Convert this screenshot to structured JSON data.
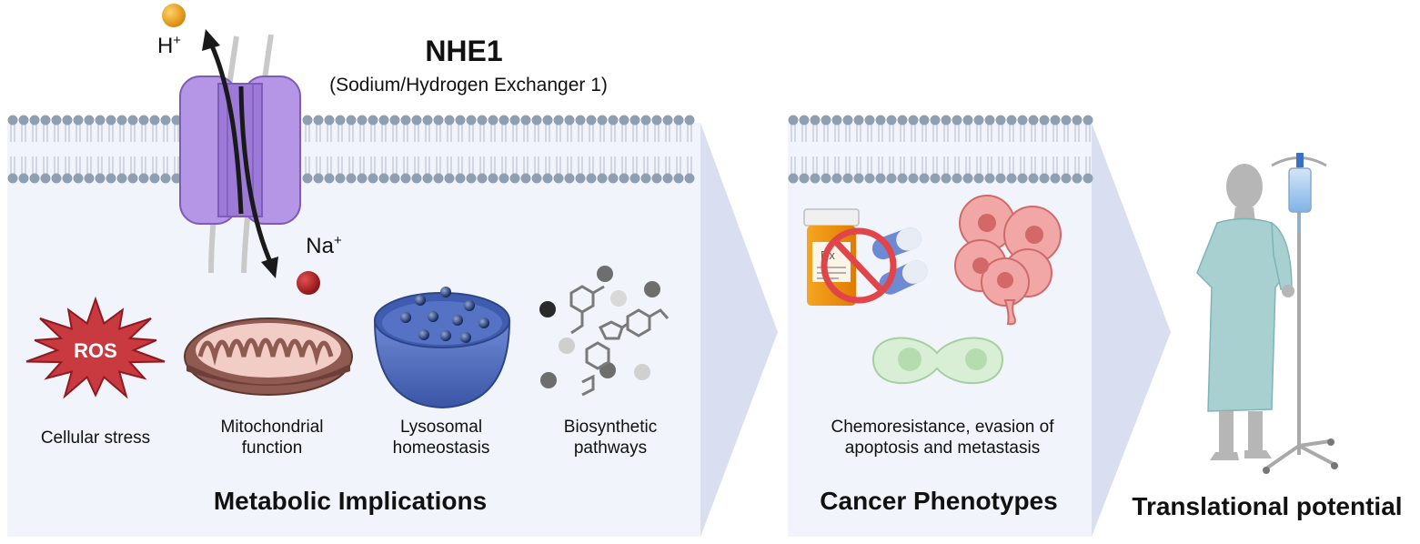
{
  "header": {
    "title": "NHE1",
    "subtitle": "(Sodium/Hydrogen Exchanger 1)",
    "ion_out": "H",
    "ion_out_charge": "+",
    "ion_in": "Na",
    "ion_in_charge": "+"
  },
  "metabolic": {
    "title": "Metabolic Implications",
    "ros_label": "ROS",
    "items": [
      {
        "line1": "Cellular stress",
        "line2": ""
      },
      {
        "line1": "Mitochondrial",
        "line2": "function"
      },
      {
        "line1": "Lysosomal",
        "line2": "homeostasis"
      },
      {
        "line1": "Biosynthetic",
        "line2": "pathways"
      }
    ]
  },
  "cancer": {
    "title": "Cancer Phenotypes",
    "caption_line1": "Chemoresistance, evasion of",
    "caption_line2": "apoptosis and metastasis",
    "rx_label": "Rx"
  },
  "translational": {
    "title": "Translational potential"
  },
  "colors": {
    "panel_bg": "#f1f4fa",
    "chevron": "#d9dff0",
    "membrane_head": "#8f9fb2",
    "transporter": "#b596e6",
    "ros": "#c83a3f",
    "mitochondrion": "#8e5a52",
    "lysosome": "#5e7cc8",
    "h_ion": "#e89a1c",
    "na_ion": "#b8242a"
  }
}
